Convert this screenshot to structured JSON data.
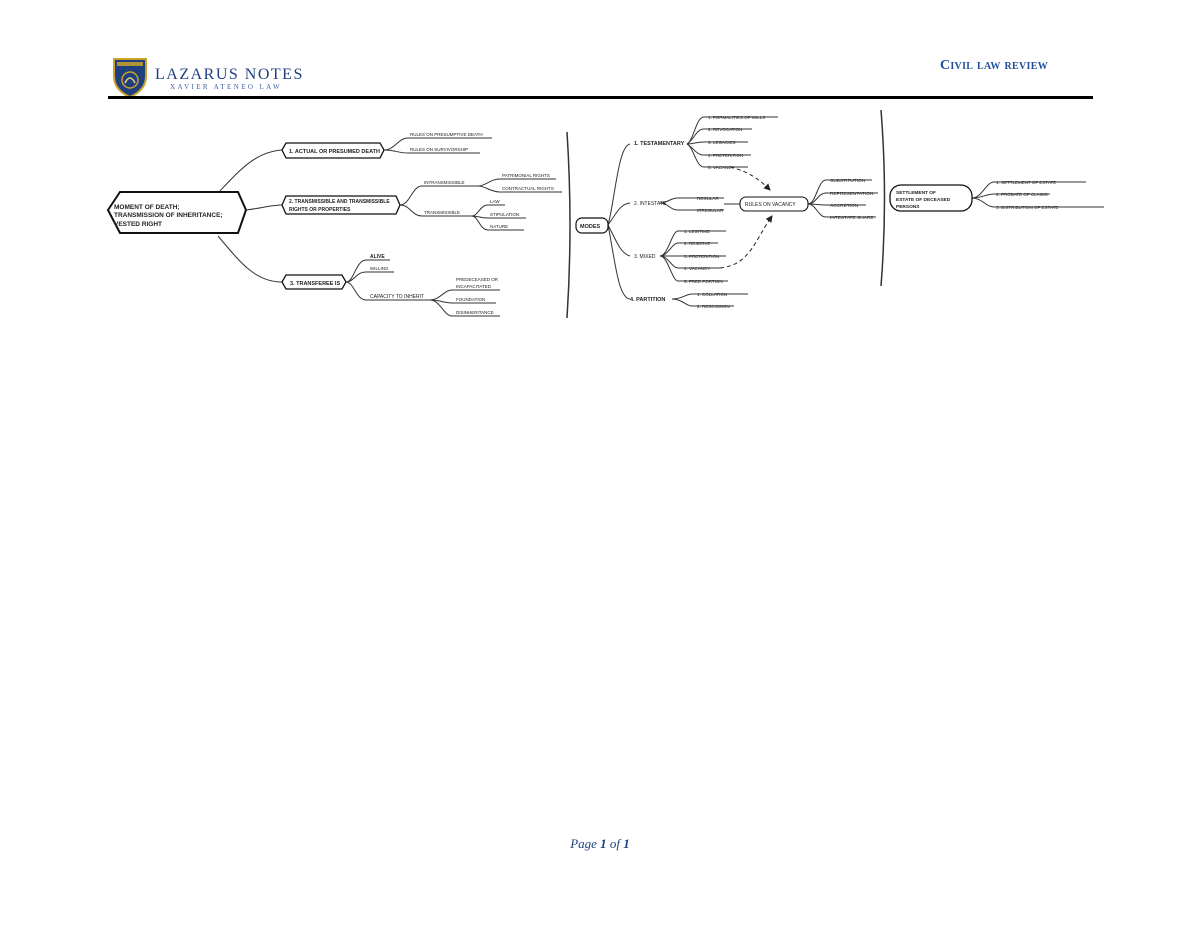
{
  "header": {
    "logo_title": "LAZARUS NOTES",
    "logo_subtitle": "XAVIER ATENEO LAW",
    "title": "Civil law review"
  },
  "footer": {
    "page_word": "Page",
    "page_num": "1",
    "of_word": "of",
    "page_total": "1"
  },
  "colors": {
    "brand": "#1f3f7f",
    "accent": "#1f4f9a",
    "line": "#333333"
  },
  "mindmap": {
    "root": [
      "MOMENT OF DEATH;",
      "TRANSMISSION OF INHERITANCE;",
      "VESTED RIGHT"
    ],
    "branch1": {
      "label": "1. ACTUAL OR PRESUMED DEATH",
      "children": [
        "RULES ON PRESUMPTIVE DEATH",
        "RULES ON SURVIVORSHIP"
      ]
    },
    "branch2": {
      "label": [
        "2. TRANSMISSIBLE AND TRANSMISSIBLE",
        "RIGHTS OR PROPERTIES"
      ],
      "intransmissible": {
        "label": "INTRANSMISSIBLE",
        "children": [
          "PATRIMONIAL RIGHTS",
          "CONTRACTUAL RIGHTS"
        ]
      },
      "transmissible": {
        "label": "TRANSMISSIBLE",
        "children": [
          "LAW",
          "STIPULATION",
          "NATURE"
        ]
      }
    },
    "branch3": {
      "label": "3. TRANSFEREE IS",
      "children": [
        "ALIVE",
        "WILLING"
      ],
      "capacity": {
        "label": "CAPACITY TO INHERIT",
        "children": [
          "PREDECEASED OR",
          "INCAPACITATED",
          "FOUNDATION",
          "DISINHERITANCE"
        ]
      }
    },
    "modes": "MODES",
    "testamentary": {
      "label": "1. TESTAMENTARY",
      "children": [
        "1. FORMALITIES OF WILLS",
        "2. REVOCATION",
        "3. LEGACIES",
        "4. PRETERITION",
        "5. VACANCY"
      ]
    },
    "intestate": {
      "label": "2. INTESTATE",
      "children": [
        "REGULAR",
        "IRREGULAR"
      ]
    },
    "mixed": {
      "label": "3. MIXED",
      "children": [
        "1. LEGITIME",
        "2. RESERVE",
        "3. PRETERITION",
        "4. VACANCY",
        "5. FREE PORTION"
      ]
    },
    "partition": {
      "label": "4. PARTITION",
      "children": [
        "1. COLLATION",
        "2. RESCISSION"
      ]
    },
    "vacancy": {
      "label": "RULES ON VACANCY",
      "children": [
        "SUBSTITUTION",
        "REPRESENTATION",
        "ACCRETION",
        "INTESTATE SHARE"
      ]
    },
    "settlement": {
      "label": [
        "SETTLEMENT OF",
        "ESTATE OF DECEASED",
        "PERSONS"
      ],
      "children": [
        "1. SETTLEMENT OF ESTATE",
        "2. PROBATE OF CLAIMS",
        "3. DISTRIBUTION OF ESTATE"
      ]
    }
  }
}
